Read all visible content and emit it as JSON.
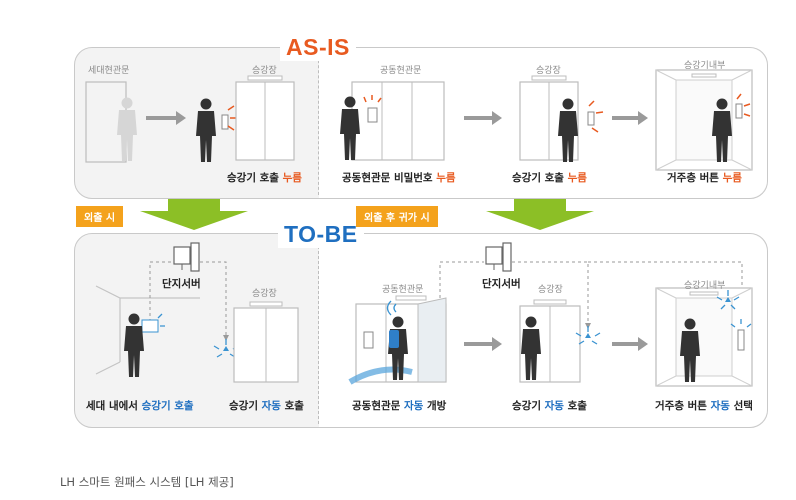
{
  "asis": {
    "title": "AS-IS",
    "labels": {
      "unit_door": "세대현관문",
      "elevator_hall_1": "승강장",
      "common_door": "공동현관문",
      "elevator_hall_2": "승강장",
      "elevator_inside": "승강기내부"
    },
    "captions": [
      {
        "pre": "승강기 호출 ",
        "hl": "누름",
        "post": ""
      },
      {
        "pre": "공동현관문 비밀번호 ",
        "hl": "누름",
        "post": ""
      },
      {
        "pre": "승강기 호출 ",
        "hl": "누름",
        "post": ""
      },
      {
        "pre": "거주층 버튼 ",
        "hl": "누름",
        "post": ""
      }
    ]
  },
  "tags": {
    "going_out": "외출 시",
    "coming_home": "외출 후 귀가 시"
  },
  "tobe": {
    "title": "TO-BE",
    "labels": {
      "server_1": "단지서버",
      "server_2": "단지서버",
      "elevator_hall_1": "승강장",
      "common_door": "공동현관문",
      "elevator_hall_2": "승강장",
      "elevator_inside": "승강기내부"
    },
    "captions": [
      {
        "pre": "세대 내에서 ",
        "hl": "승강기 호출",
        "post": ""
      },
      {
        "pre": "승강기 ",
        "hl": "자동",
        "post": " 호출"
      },
      {
        "pre": "공동현관문 ",
        "hl": "자동",
        "post": " 개방"
      },
      {
        "pre": "승강기 ",
        "hl": "자동",
        "post": " 호출"
      },
      {
        "pre": "거주층 버튼 ",
        "hl": "자동",
        "post": " 선택"
      }
    ]
  },
  "footer": "LH 스마트 원패스 시스템 [LH 제공]",
  "colors": {
    "accent_orange": "#e85a20",
    "accent_blue": "#1f6fc0",
    "tag_orange": "#f4a21c",
    "arrow_green": "#8cbf26",
    "figure": "#333333"
  }
}
